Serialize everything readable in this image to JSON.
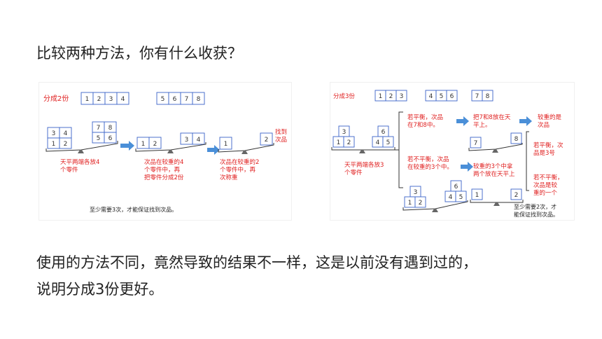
{
  "heading": "比较两种方法，你有什么收获？",
  "conclusion": {
    "line1": "使用的方法不同，竟然导致的结果不一样，这是以前没有遇到过的，",
    "line2": "说明分成3份更好。"
  },
  "left_diagram": {
    "title": "分成2份",
    "group_a": [
      "1",
      "2",
      "3",
      "4"
    ],
    "group_b": [
      "5",
      "6",
      "7",
      "8"
    ],
    "scale1_left": [
      "3",
      "4",
      "1",
      "2"
    ],
    "scale1_right": [
      "7",
      "8",
      "5",
      "6"
    ],
    "scale1_caption": [
      "天平两端各放4",
      "个零件"
    ],
    "scale2_left": [
      "1",
      "2"
    ],
    "scale2_right": [
      "3",
      "4"
    ],
    "scale2_caption": [
      "次品在较重的4",
      "个零件中，再",
      "把零件分成2份"
    ],
    "scale3_left": [
      "1"
    ],
    "scale3_right": [
      "2"
    ],
    "scale3_found": [
      "找到",
      "次品"
    ],
    "scale3_caption": [
      "次品在较重的2",
      "个零件中，再",
      "次称重"
    ],
    "footer": "至少需要3次，才能保证找到次品。"
  },
  "right_diagram": {
    "title": "分成3份",
    "group_a": [
      "1",
      "2",
      "3"
    ],
    "group_b": [
      "4",
      "5",
      "6"
    ],
    "group_c": [
      "7",
      "8"
    ],
    "scale1_left": [
      "3",
      "1",
      "2"
    ],
    "scale1_right": [
      "6",
      "4",
      "5"
    ],
    "scale1_caption": [
      "天平两端各放3",
      "个零件"
    ],
    "branch_balanced": [
      "若平衡，次品",
      "在7和8中。"
    ],
    "branch_balanced_next": [
      "把7和8放在天",
      "平上。"
    ],
    "branch_balanced_result": [
      "较重的是",
      "次品"
    ],
    "scale_78_left": [
      "7"
    ],
    "scale_78_right": [
      "8"
    ],
    "branch_unbalanced": [
      "若不平衡，次品",
      "在较重的3个中。"
    ],
    "branch_unbalanced_next": [
      "较重的3个中拿",
      "两个放在天平上"
    ],
    "sub_balanced": [
      "若平衡，次",
      "品是3号"
    ],
    "sub_unbalanced": [
      "若不平衡，",
      "次品是较",
      "重的一个"
    ],
    "scale2_left": [
      "3",
      "1",
      "2"
    ],
    "scale2_right": [
      "6",
      "4",
      "5"
    ],
    "scale_12_left": [
      "1"
    ],
    "scale_12_right": [
      "2"
    ],
    "footer": [
      "至少需要2次，才",
      "能保证找到次品。"
    ]
  }
}
